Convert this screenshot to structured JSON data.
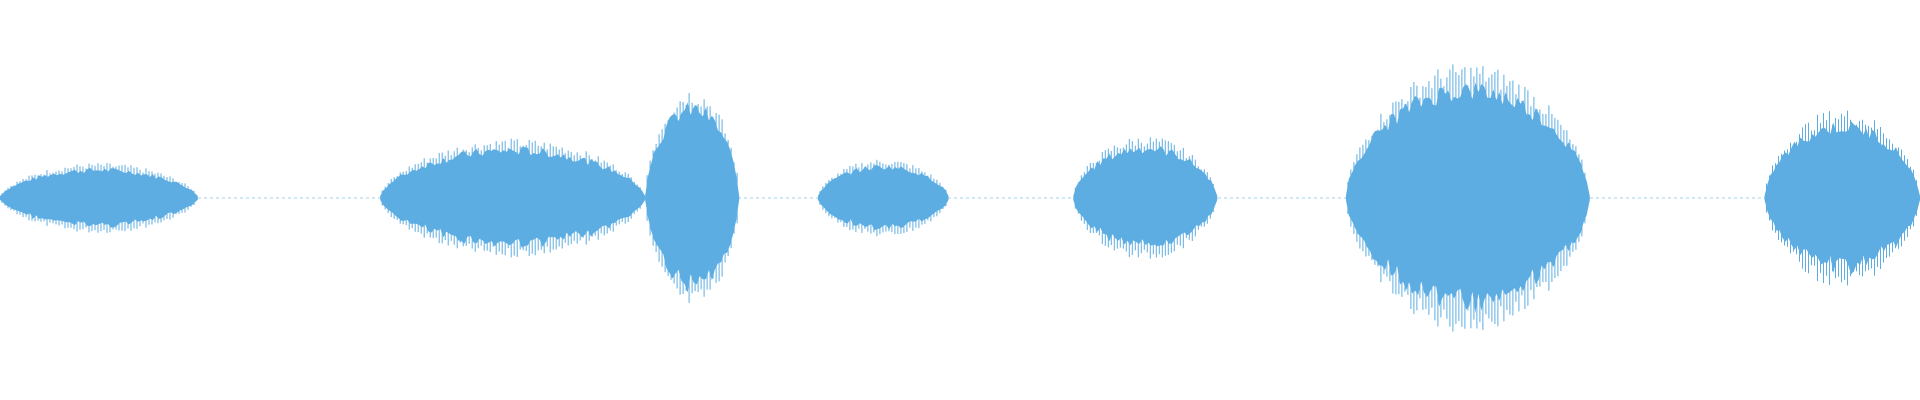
{
  "waveform": {
    "color": "#5dade2",
    "background": "#ffffff",
    "segments": [
      {
        "name": "segment-1",
        "start": 0.0,
        "end": 0.103,
        "peak": 0.26
      },
      {
        "name": "segment-2",
        "start": 0.198,
        "end": 0.336,
        "peak": 0.44
      },
      {
        "name": "segment-3",
        "start": 0.336,
        "end": 0.385,
        "peak": 0.82
      },
      {
        "name": "segment-4",
        "start": 0.426,
        "end": 0.494,
        "peak": 0.29
      },
      {
        "name": "segment-5",
        "start": 0.559,
        "end": 0.634,
        "peak": 0.46
      },
      {
        "name": "segment-6",
        "start": 0.701,
        "end": 0.828,
        "peak": 1.0
      },
      {
        "name": "segment-7",
        "start": 0.919,
        "end": 1.0,
        "peak": 0.66
      }
    ]
  }
}
